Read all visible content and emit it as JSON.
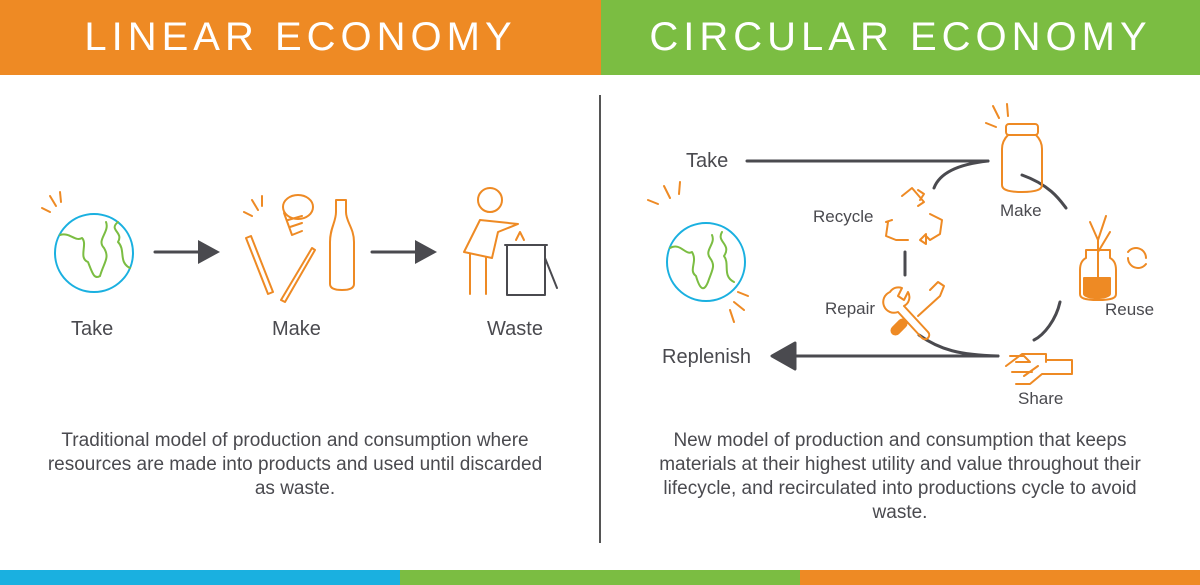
{
  "colors": {
    "orange": "#ee8a24",
    "green": "#7bbd42",
    "blue": "#1ab0e0",
    "dark": "#4a4a4f"
  },
  "linear": {
    "title": "LINEAR ECONOMY",
    "steps": [
      "Take",
      "Make",
      "Waste"
    ],
    "description": "Traditional model of production and consumption where resources are made into products and used until discarded as waste."
  },
  "circular": {
    "title": "CIRCULAR ECONOMY",
    "take": "Take",
    "replenish": "Replenish",
    "cycle": {
      "make": "Make",
      "reuse": "Reuse",
      "share": "Share",
      "repair": "Repair",
      "recycle": "Recycle"
    },
    "description": "New model of production and consumption that keeps materials at their highest utility and value throughout their lifecycle, and recirculated into productions cycle to avoid waste."
  }
}
